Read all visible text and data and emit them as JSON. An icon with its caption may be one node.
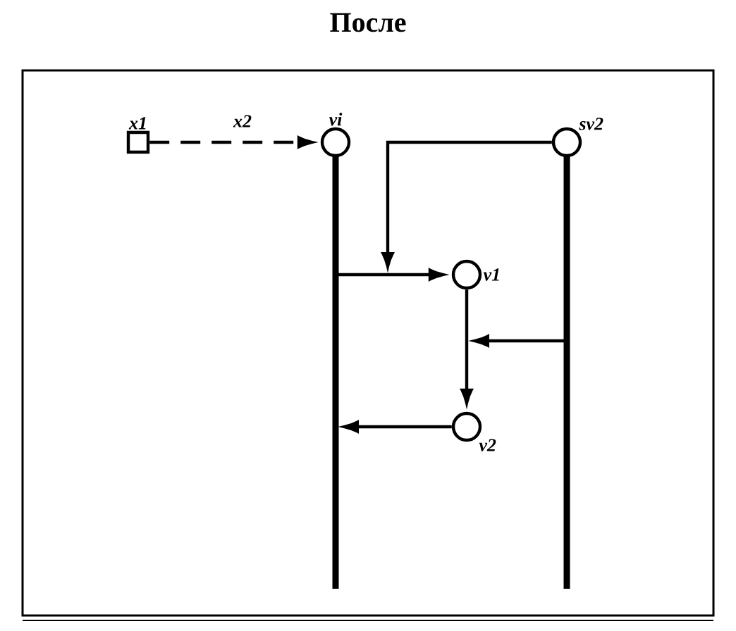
{
  "diagram": {
    "title": "После",
    "nodes": [
      {
        "text": [
          "x1"
        ]
      },
      {
        "text": [
          "vi"
        ]
      },
      {
        "text": [
          "sv2"
        ]
      },
      {
        "text": [
          "v1"
        ]
      },
      {
        "text": [
          "v2"
        ]
      }
    ],
    "edges": [
      {
        "from": 0,
        "to": 1,
        "arrow": "to",
        "style": "dashed",
        "label": "x2"
      },
      {
        "from": 1,
        "to": 3,
        "arrow": "to"
      },
      {
        "from": 2,
        "to": null,
        "arrow": "to"
      },
      {
        "from": 3,
        "to": 4,
        "arrow": "to"
      },
      {
        "from": 2,
        "to": null,
        "arrow": "to"
      },
      {
        "from": 4,
        "to": 1,
        "arrow": "to"
      }
    ]
  }
}
